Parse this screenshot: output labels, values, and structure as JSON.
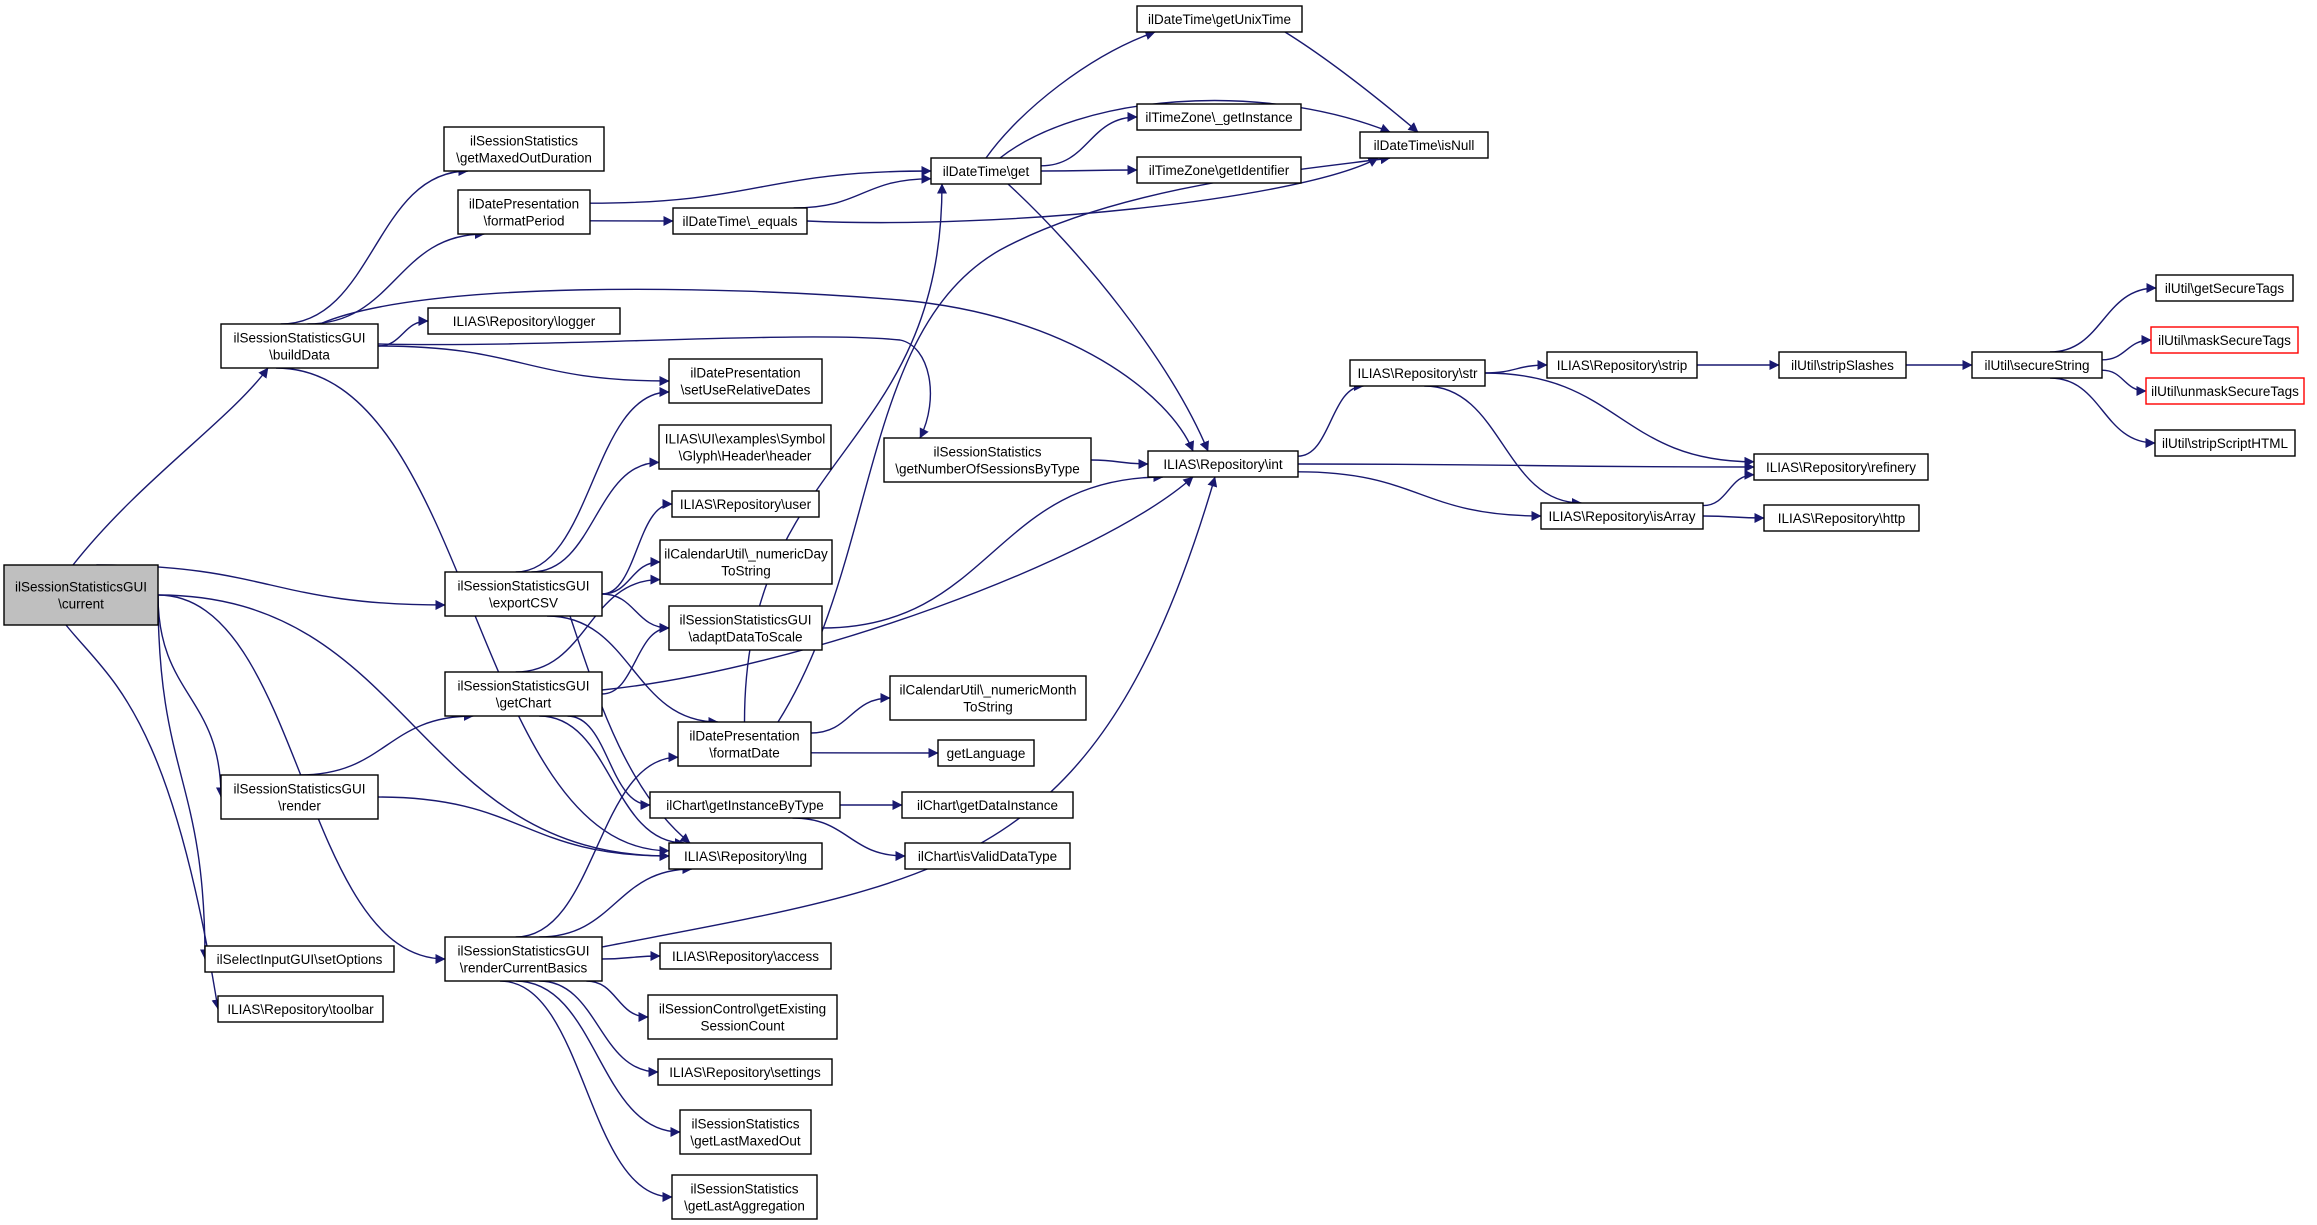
{
  "diagram": {
    "type": "call-graph",
    "colors": {
      "edge": "#191970",
      "node_border": "#000000",
      "node_fill": "#ffffff",
      "root_fill": "#bfbfbf",
      "truncated_border": "#ff0000"
    },
    "nodes": [
      {
        "id": "current",
        "lines": [
          "ilSessionStatisticsGUI",
          "\\current"
        ],
        "root": true
      },
      {
        "id": "buildData",
        "lines": [
          "ilSessionStatisticsGUI",
          "\\buildData"
        ]
      },
      {
        "id": "exportCSV",
        "lines": [
          "ilSessionStatisticsGUI",
          "\\exportCSV"
        ]
      },
      {
        "id": "getChart",
        "lines": [
          "ilSessionStatisticsGUI",
          "\\getChart"
        ]
      },
      {
        "id": "render",
        "lines": [
          "ilSessionStatisticsGUI",
          "\\render"
        ]
      },
      {
        "id": "renderCurrentBasics",
        "lines": [
          "ilSessionStatisticsGUI",
          "\\renderCurrentBasics"
        ]
      },
      {
        "id": "setOptions",
        "lines": [
          "ilSelectInputGUI\\setOptions"
        ]
      },
      {
        "id": "toolbar",
        "lines": [
          "ILIAS\\Repository\\toolbar"
        ]
      },
      {
        "id": "getMaxedOutDuration",
        "lines": [
          "ilSessionStatistics",
          "\\getMaxedOutDuration"
        ]
      },
      {
        "id": "formatPeriod",
        "lines": [
          "ilDatePresentation",
          "\\formatPeriod"
        ]
      },
      {
        "id": "logger",
        "lines": [
          "ILIAS\\Repository\\logger"
        ]
      },
      {
        "id": "setUseRelativeDates",
        "lines": [
          "ilDatePresentation",
          "\\setUseRelativeDates"
        ]
      },
      {
        "id": "glyphHeader",
        "lines": [
          "ILIAS\\UI\\examples\\Symbol",
          "\\Glyph\\Header\\header"
        ]
      },
      {
        "id": "user",
        "lines": [
          "ILIAS\\Repository\\user"
        ]
      },
      {
        "id": "numericDayToString",
        "lines": [
          "ilCalendarUtil\\_numericDay",
          "ToString"
        ]
      },
      {
        "id": "adaptDataToScale",
        "lines": [
          "ilSessionStatisticsGUI",
          "\\adaptDataToScale"
        ]
      },
      {
        "id": "formatDate",
        "lines": [
          "ilDatePresentation",
          "\\formatDate"
        ]
      },
      {
        "id": "getInstanceByType",
        "lines": [
          "ilChart\\getInstanceByType"
        ]
      },
      {
        "id": "lng",
        "lines": [
          "ILIAS\\Repository\\lng"
        ]
      },
      {
        "id": "access",
        "lines": [
          "ILIAS\\Repository\\access"
        ]
      },
      {
        "id": "getExistingSessionCount",
        "lines": [
          "ilSessionControl\\getExisting",
          "SessionCount"
        ]
      },
      {
        "id": "settings",
        "lines": [
          "ILIAS\\Repository\\settings"
        ]
      },
      {
        "id": "getLastMaxedOut",
        "lines": [
          "ilSessionStatistics",
          "\\getLastMaxedOut"
        ]
      },
      {
        "id": "getLastAggregation",
        "lines": [
          "ilSessionStatistics",
          "\\getLastAggregation"
        ]
      },
      {
        "id": "dtEquals",
        "lines": [
          "ilDateTime\\_equals"
        ]
      },
      {
        "id": "dtGet",
        "lines": [
          "ilDateTime\\get"
        ]
      },
      {
        "id": "getNumberOfSessionsByType",
        "lines": [
          "ilSessionStatistics",
          "\\getNumberOfSessionsByType"
        ]
      },
      {
        "id": "numericMonthToString",
        "lines": [
          "ilCalendarUtil\\_numericMonth",
          "ToString"
        ]
      },
      {
        "id": "getLanguage",
        "lines": [
          "getLanguage"
        ]
      },
      {
        "id": "getDataInstance",
        "lines": [
          "ilChart\\getDataInstance"
        ]
      },
      {
        "id": "isValidDataType",
        "lines": [
          "ilChart\\isValidDataType"
        ]
      },
      {
        "id": "getUnixTime",
        "lines": [
          "ilDateTime\\getUnixTime"
        ]
      },
      {
        "id": "tzGetInstance",
        "lines": [
          "ilTimeZone\\_getInstance"
        ]
      },
      {
        "id": "tzGetIdentifier",
        "lines": [
          "ilTimeZone\\getIdentifier"
        ]
      },
      {
        "id": "isNull",
        "lines": [
          "ilDateTime\\isNull"
        ]
      },
      {
        "id": "repoInt",
        "lines": [
          "ILIAS\\Repository\\int"
        ]
      },
      {
        "id": "repoStr",
        "lines": [
          "ILIAS\\Repository\\str"
        ]
      },
      {
        "id": "repoStrip",
        "lines": [
          "ILIAS\\Repository\\strip"
        ]
      },
      {
        "id": "isArray",
        "lines": [
          "ILIAS\\Repository\\isArray"
        ]
      },
      {
        "id": "refinery",
        "lines": [
          "ILIAS\\Repository\\refinery"
        ]
      },
      {
        "id": "http",
        "lines": [
          "ILIAS\\Repository\\http"
        ]
      },
      {
        "id": "stripSlashes",
        "lines": [
          "ilUtil\\stripSlashes"
        ]
      },
      {
        "id": "secureString",
        "lines": [
          "ilUtil\\secureString"
        ]
      },
      {
        "id": "getSecureTags",
        "lines": [
          "ilUtil\\getSecureTags"
        ]
      },
      {
        "id": "maskSecureTags",
        "lines": [
          "ilUtil\\maskSecureTags"
        ],
        "truncated": true
      },
      {
        "id": "unmaskSecureTags",
        "lines": [
          "ilUtil\\unmaskSecureTags"
        ],
        "truncated": true
      },
      {
        "id": "stripScriptHTML",
        "lines": [
          "ilUtil\\stripScriptHTML"
        ]
      }
    ],
    "edges": [
      [
        "current",
        "buildData"
      ],
      [
        "current",
        "exportCSV"
      ],
      [
        "current",
        "render"
      ],
      [
        "current",
        "lng"
      ],
      [
        "current",
        "renderCurrentBasics"
      ],
      [
        "current",
        "setOptions"
      ],
      [
        "current",
        "toolbar"
      ],
      [
        "buildData",
        "getMaxedOutDuration"
      ],
      [
        "buildData",
        "formatPeriod"
      ],
      [
        "buildData",
        "logger"
      ],
      [
        "buildData",
        "setUseRelativeDates"
      ],
      [
        "buildData",
        "getNumberOfSessionsByType"
      ],
      [
        "buildData",
        "repoInt"
      ],
      [
        "buildData",
        "lng"
      ],
      [
        "exportCSV",
        "setUseRelativeDates"
      ],
      [
        "exportCSV",
        "glyphHeader"
      ],
      [
        "exportCSV",
        "user"
      ],
      [
        "exportCSV",
        "numericDayToString"
      ],
      [
        "exportCSV",
        "adaptDataToScale"
      ],
      [
        "exportCSV",
        "formatDate"
      ],
      [
        "exportCSV",
        "lng"
      ],
      [
        "getChart",
        "numericDayToString"
      ],
      [
        "getChart",
        "adaptDataToScale"
      ],
      [
        "getChart",
        "getInstanceByType"
      ],
      [
        "getChart",
        "lng"
      ],
      [
        "getChart",
        "repoInt"
      ],
      [
        "render",
        "getChart"
      ],
      [
        "render",
        "lng"
      ],
      [
        "renderCurrentBasics",
        "formatDate"
      ],
      [
        "renderCurrentBasics",
        "lng"
      ],
      [
        "renderCurrentBasics",
        "repoInt"
      ],
      [
        "renderCurrentBasics",
        "access"
      ],
      [
        "renderCurrentBasics",
        "getExistingSessionCount"
      ],
      [
        "renderCurrentBasics",
        "settings"
      ],
      [
        "renderCurrentBasics",
        "getLastMaxedOut"
      ],
      [
        "renderCurrentBasics",
        "getLastAggregation"
      ],
      [
        "formatPeriod",
        "dtGet"
      ],
      [
        "formatPeriod",
        "dtEquals"
      ],
      [
        "dtEquals",
        "dtGet"
      ],
      [
        "dtEquals",
        "isNull"
      ],
      [
        "formatDate",
        "dtGet"
      ],
      [
        "formatDate",
        "isNull"
      ],
      [
        "formatDate",
        "numericMonthToString"
      ],
      [
        "formatDate",
        "getLanguage"
      ],
      [
        "adaptDataToScale",
        "repoInt"
      ],
      [
        "getNumberOfSessionsByType",
        "repoInt"
      ],
      [
        "getInstanceByType",
        "getDataInstance"
      ],
      [
        "getInstanceByType",
        "isValidDataType"
      ],
      [
        "dtGet",
        "getUnixTime"
      ],
      [
        "dtGet",
        "isNull"
      ],
      [
        "dtGet",
        "tzGetInstance"
      ],
      [
        "dtGet",
        "tzGetIdentifier"
      ],
      [
        "dtGet",
        "repoInt"
      ],
      [
        "getUnixTime",
        "isNull"
      ],
      [
        "repoInt",
        "repoStr"
      ],
      [
        "repoInt",
        "refinery"
      ],
      [
        "repoInt",
        "isArray"
      ],
      [
        "repoStr",
        "repoStrip"
      ],
      [
        "repoStr",
        "refinery"
      ],
      [
        "repoStr",
        "isArray"
      ],
      [
        "isArray",
        "refinery"
      ],
      [
        "isArray",
        "http"
      ],
      [
        "repoStrip",
        "stripSlashes"
      ],
      [
        "stripSlashes",
        "secureString"
      ],
      [
        "secureString",
        "getSecureTags"
      ],
      [
        "secureString",
        "maskSecureTags"
      ],
      [
        "secureString",
        "unmaskSecureTags"
      ],
      [
        "secureString",
        "stripScriptHTML"
      ]
    ]
  }
}
